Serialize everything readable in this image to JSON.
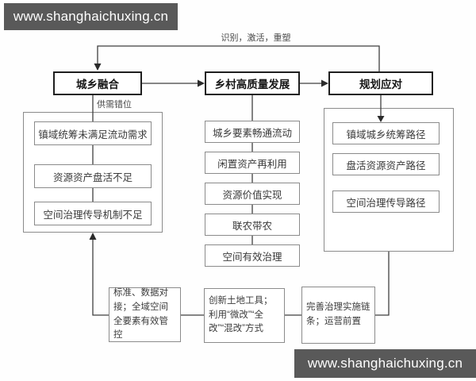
{
  "watermarks": {
    "top": "www.shanghaichuxing.cn",
    "bottom": "www.shanghaichuxing.cn"
  },
  "colors": {
    "watermark_bg": "#595959",
    "line_color": "#3f3f3f",
    "dark_border": "#1f1f1f",
    "gray_border": "#8b8b8b",
    "text_color": "#3a3a3a"
  },
  "flow": {
    "feedback_label": "识别，激活，重塑",
    "mismatch_label": "供需错位",
    "main_boxes": {
      "integration": "城乡融合",
      "rural": "乡村高质量发展",
      "planning": "规划应对"
    },
    "left_issues": [
      "镇域统筹未满足流动需求",
      "资源资产盘活不足",
      "空间治理传导机制不足"
    ],
    "center_goals": [
      "城乡要素畅通流动",
      "闲置资产再利用",
      "资源价值实现",
      "联农带农",
      "空间有效治理"
    ],
    "right_paths": [
      "镇域城乡统筹路径",
      "盘活资源资产路径",
      "空间治理传导路径"
    ],
    "bottom_measures": [
      "标准、数据对接；全域空间全要素有效管控",
      "创新土地工具；利用“微改”“全改”“混改”方式",
      "完善治理实施链条；运营前置"
    ]
  }
}
